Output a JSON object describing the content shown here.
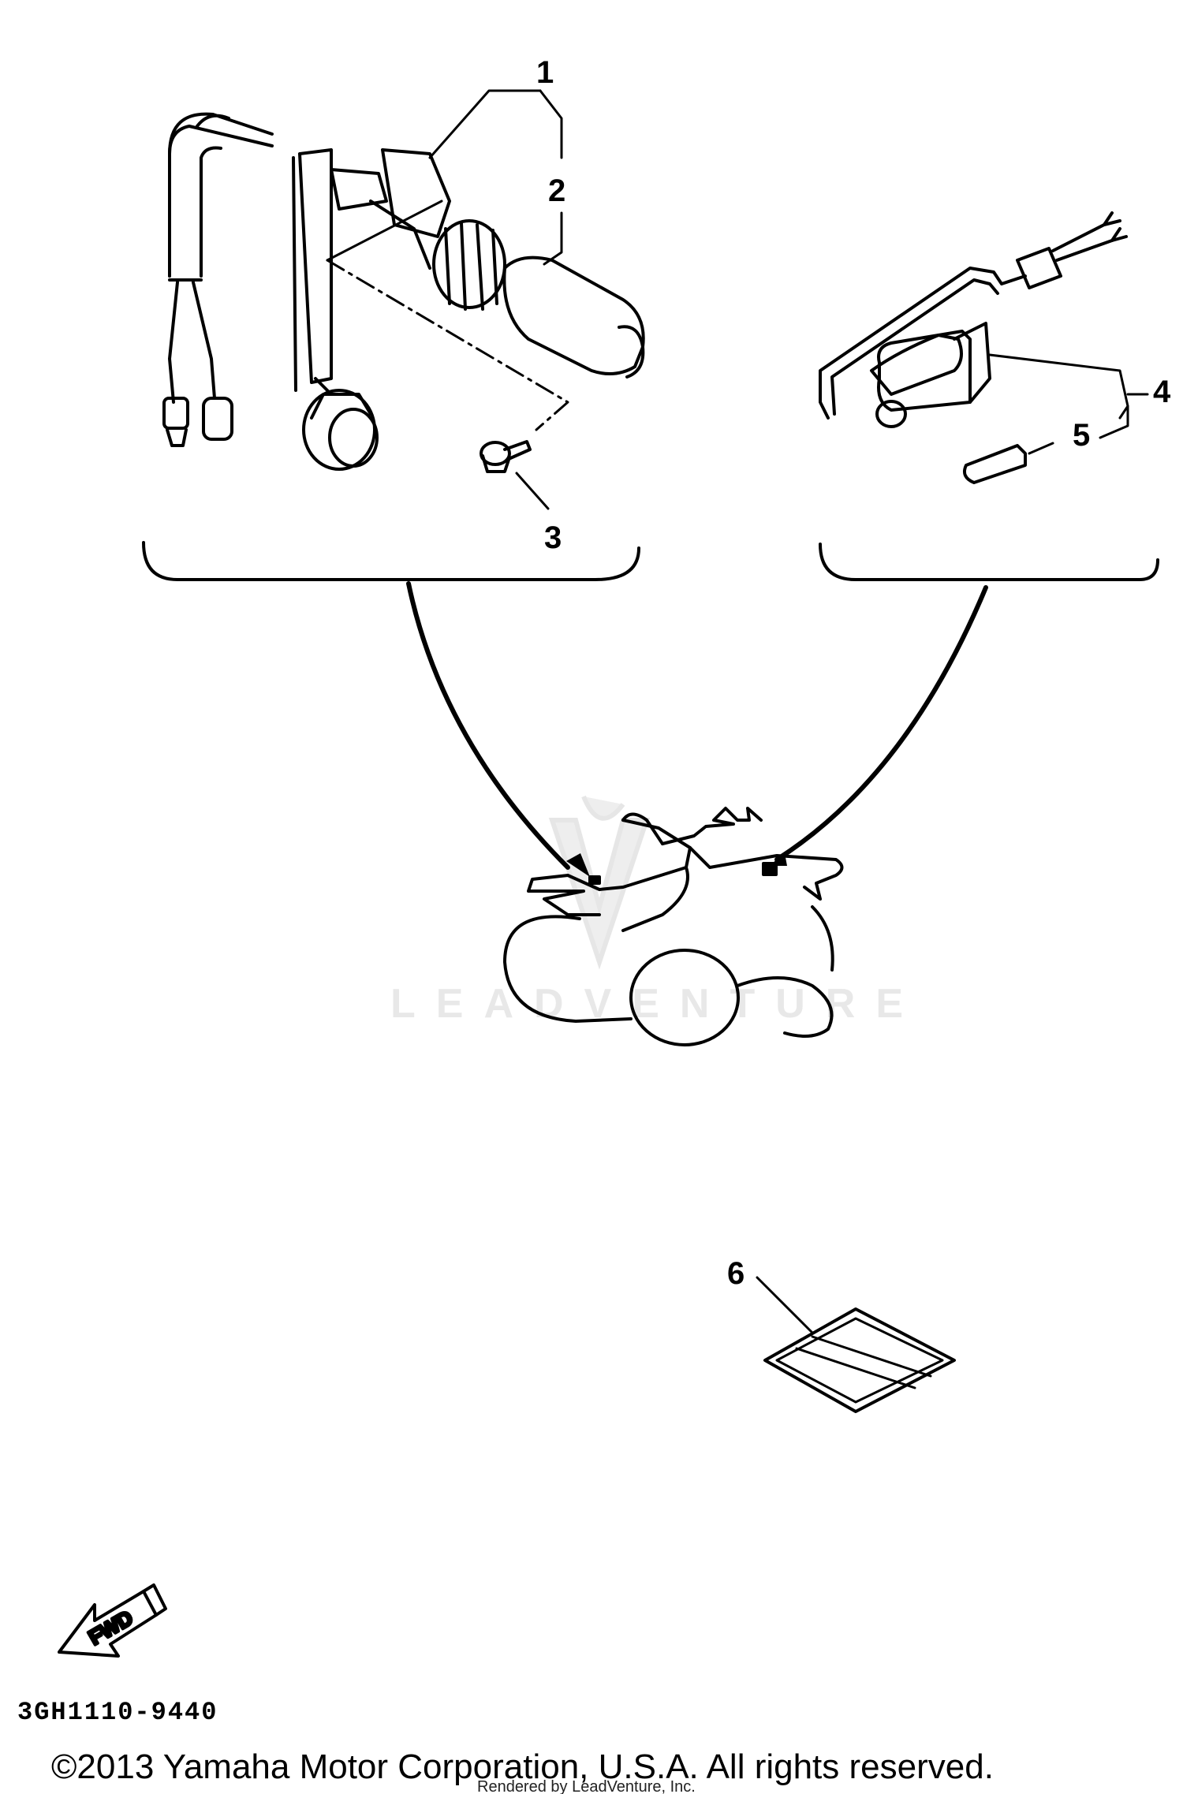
{
  "callouts": {
    "c1": "1",
    "c2": "2",
    "c3": "3",
    "c4": "4",
    "c5": "5",
    "c6": "6"
  },
  "watermark": "LEADVENTURE",
  "fwd_label": "FWD",
  "part_code": "3GH1110-9440",
  "copyright": "©2013 Yamaha Motor Corporation, U.S.A. All rights reserved.",
  "rendered_by": "Rendered by LeadVenture, Inc."
}
